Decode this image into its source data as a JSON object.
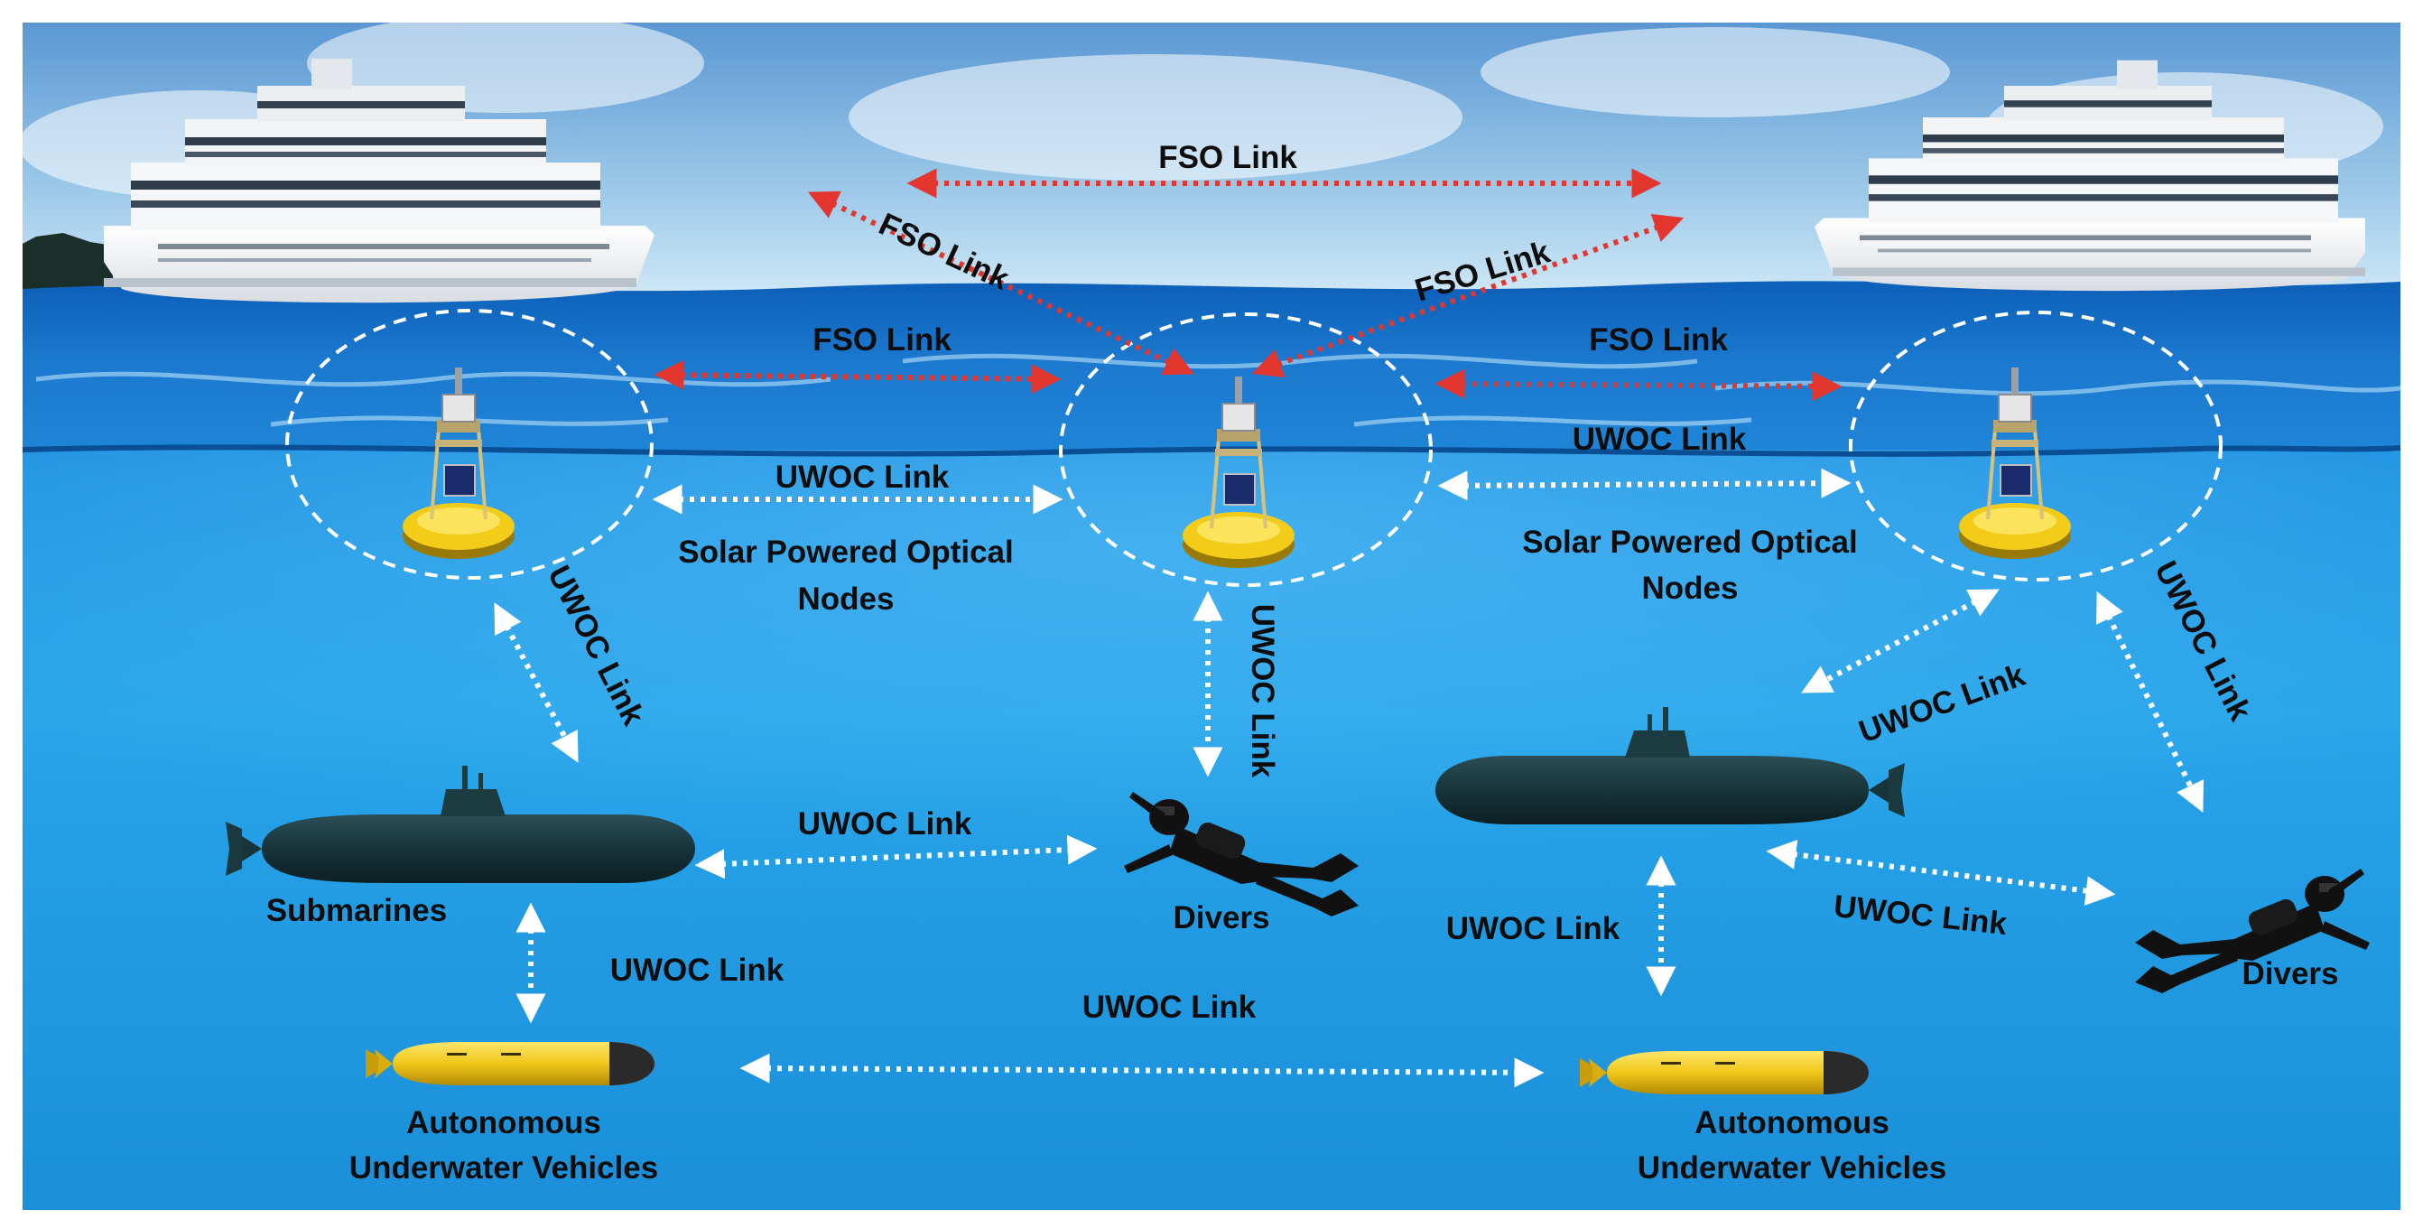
{
  "labels": {
    "fso_link": "FSO Link",
    "uwoc_link": "UWOC Link",
    "solar_nodes_line1": "Solar Powered Optical",
    "solar_nodes_line2": "Nodes",
    "submarines": "Submarines",
    "divers": "Divers",
    "auv_line1": "Autonomous",
    "auv_line2": "Underwater Vehicles"
  },
  "colors": {
    "sky_top": "#4f8fd0",
    "sky_bottom": "#cde6f6",
    "water_surface": "#1f7fd4",
    "water_deep": "#2aa4e6",
    "fso_link": "#e3362f",
    "uwoc_link": "#ffffff",
    "buoy_yellow": "#f2cc18",
    "submarine": "#17343a",
    "auv_yellow": "#f0c719",
    "text": "#0d0d0d"
  }
}
